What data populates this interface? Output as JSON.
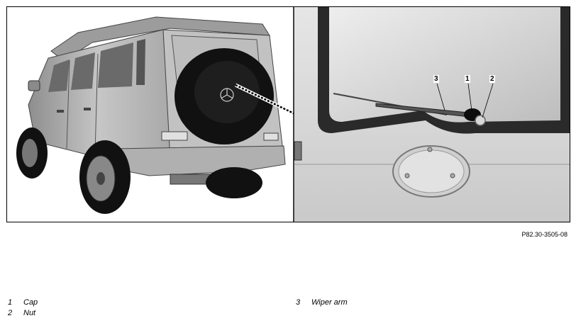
{
  "figure": {
    "id_code": "P82.30-3505-08",
    "callouts": [
      "3",
      "1",
      "2"
    ]
  },
  "legend": {
    "left": [
      {
        "number": "1",
        "label": "Cap"
      },
      {
        "number": "2",
        "label": "Nut"
      }
    ],
    "right": [
      {
        "number": "3",
        "label": "Wiper arm"
      }
    ]
  },
  "colors": {
    "body_grey": "#b9b9b9",
    "tyre_black": "#111111",
    "glass": "#d4d4d4",
    "frame": "#000000"
  }
}
